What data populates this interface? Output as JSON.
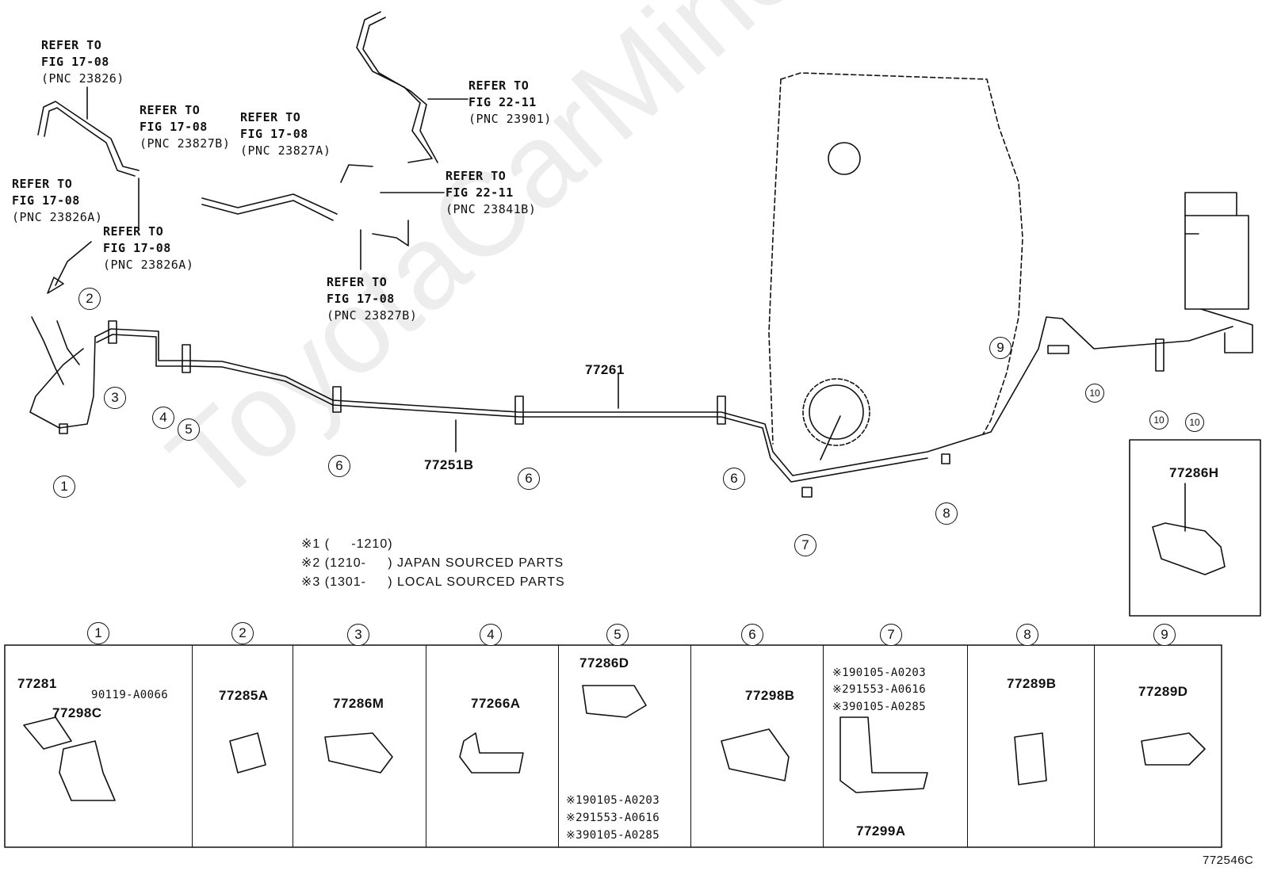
{
  "diagram": {
    "figure_id": "772546C",
    "watermark": "ToyotaCarMine.ru",
    "refs": [
      {
        "line1": "REFER TO",
        "line2": "FIG 17-08",
        "line3": "(PNC 23826)"
      },
      {
        "line1": "REFER TO",
        "line2": "FIG 17-08",
        "line3": "(PNC 23826A)"
      },
      {
        "line1": "REFER TO",
        "line2": "FIG 17-08",
        "line3": "(PNC 23826A)"
      },
      {
        "line1": "REFER TO",
        "line2": "FIG 17-08",
        "line3": "(PNC 23827B)"
      },
      {
        "line1": "REFER TO",
        "line2": "FIG 17-08",
        "line3": "(PNC 23827A)"
      },
      {
        "line1": "REFER TO",
        "line2": "FIG 17-08",
        "line3": "(PNC 23827B)"
      },
      {
        "line1": "REFER TO",
        "line2": "FIG 22-11",
        "line3": "(PNC 23901)"
      },
      {
        "line1": "REFER TO",
        "line2": "FIG 22-11",
        "line3": "(PNC 23841B)"
      }
    ],
    "part_labels": [
      "77261",
      "77251B",
      "77286H"
    ],
    "callouts": [
      "1",
      "2",
      "3",
      "4",
      "5",
      "6",
      "6",
      "6",
      "7",
      "8",
      "9",
      "10",
      "10",
      "10"
    ],
    "notes": [
      "※1 (     -1210)",
      "※2 (1210-     ) JAPAN SOURCED PARTS",
      "※3 (1301-     ) LOCAL SOURCED PARTS"
    ]
  },
  "table": {
    "cells": [
      {
        "num": "1",
        "parts": [
          "77281",
          "77298C",
          "90119-A0066"
        ]
      },
      {
        "num": "2",
        "parts": [
          "77285A"
        ]
      },
      {
        "num": "3",
        "parts": [
          "77286M"
        ]
      },
      {
        "num": "4",
        "parts": [
          "77266A"
        ]
      },
      {
        "num": "5",
        "parts": [
          "77286D",
          "※190105-A0203",
          "※291553-A0616",
          "※390105-A0285"
        ]
      },
      {
        "num": "6",
        "parts": [
          "77298B"
        ]
      },
      {
        "num": "7",
        "parts": [
          "※190105-A0203",
          "※291553-A0616",
          "※390105-A0285",
          "77299A"
        ]
      },
      {
        "num": "8",
        "parts": [
          "77289B"
        ]
      },
      {
        "num": "9",
        "parts": [
          "77289D"
        ]
      }
    ]
  }
}
